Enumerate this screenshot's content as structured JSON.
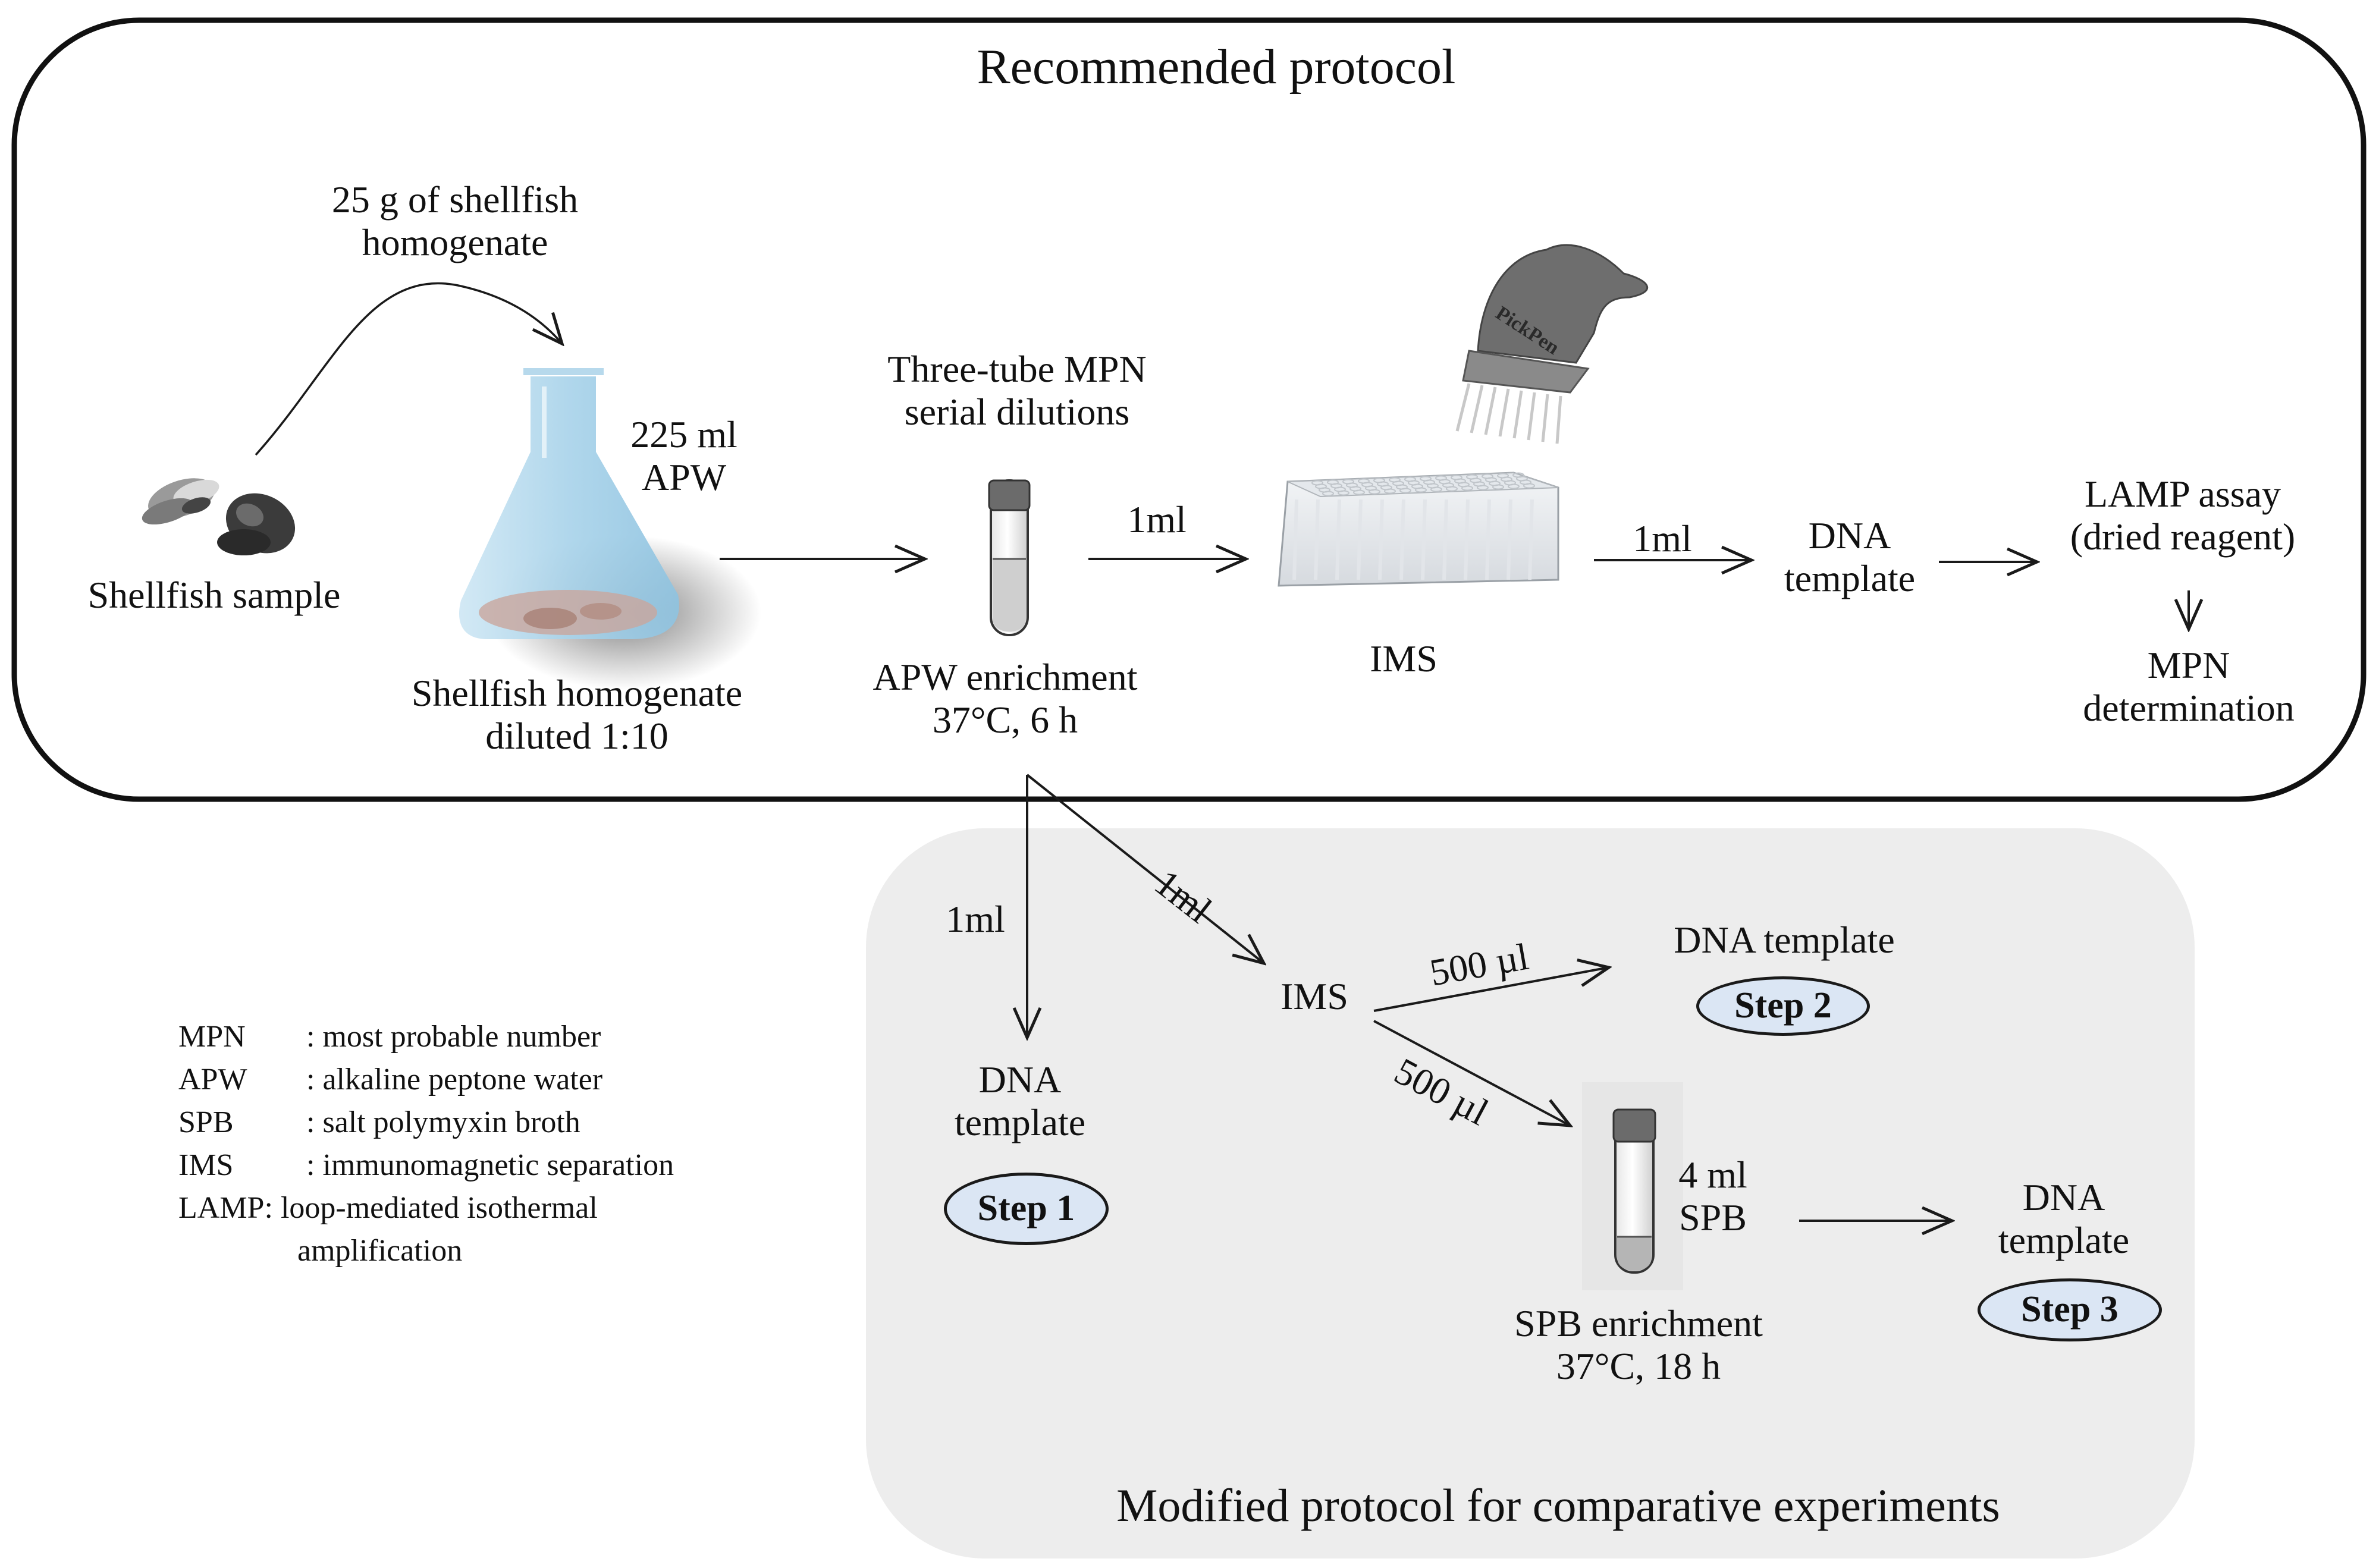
{
  "title_main": "Recommended  protocol",
  "title_modified": "Modified protocol for comparative experiments",
  "shellfish_sample": "Shellfish  sample",
  "homogenate_weight": [
    "25 g of shellfish",
    "homogenate"
  ],
  "apw_volume": [
    "225 ml",
    "APW"
  ],
  "homogenate_dilution": [
    "Shellfish  homogenate",
    "diluted  1:10"
  ],
  "mpn_dilutions": [
    "Three-tube  MPN",
    "serial  dilutions"
  ],
  "apw_enrichment": [
    "APW enrichment",
    "37°C, 6 h"
  ],
  "pickpen_brand": "PickPen",
  "ims_main": "IMS",
  "dna_template_main": [
    "DNA",
    "template"
  ],
  "lamp_assay": [
    "LAMP assay",
    "(dried reagent)"
  ],
  "mpn_determination": [
    "MPN",
    "determination"
  ],
  "vol_1ml": "1ml",
  "vol_500ul": "500 µl",
  "ims_mod": "IMS",
  "dna_template_1": [
    "DNA",
    "template"
  ],
  "dna_template_2": "DNA template",
  "dna_template_3": [
    "DNA",
    "template"
  ],
  "spb_volume": [
    "4 ml",
    "SPB"
  ],
  "spb_enrichment": [
    "SPB enrichment",
    "37°C, 18 h"
  ],
  "steps": [
    "Step 1",
    "Step 2",
    "Step 3"
  ],
  "legend": [
    {
      "abbr": "MPN",
      "sep": ": ",
      "text": "most probable number"
    },
    {
      "abbr": "APW",
      "sep": ": ",
      "text": "alkaline  peptone water"
    },
    {
      "abbr": "SPB",
      "sep": ": ",
      "text": "salt polymyxin  broth"
    },
    {
      "abbr": "IMS",
      "sep": ": ",
      "text": "immunomagnetic  separation"
    },
    {
      "abbr": "LAMP",
      "sep": ": ",
      "text": "loop-mediated isothermal"
    }
  ],
  "legend_continuation": "amplification",
  "colors": {
    "modified_panel": "#ededed",
    "step_fill": "#dbe6f4",
    "flask_liquid": "#a9d3ea",
    "tube_cap": "#6b6b6b",
    "pickpen_body": "#6e6e6e"
  }
}
